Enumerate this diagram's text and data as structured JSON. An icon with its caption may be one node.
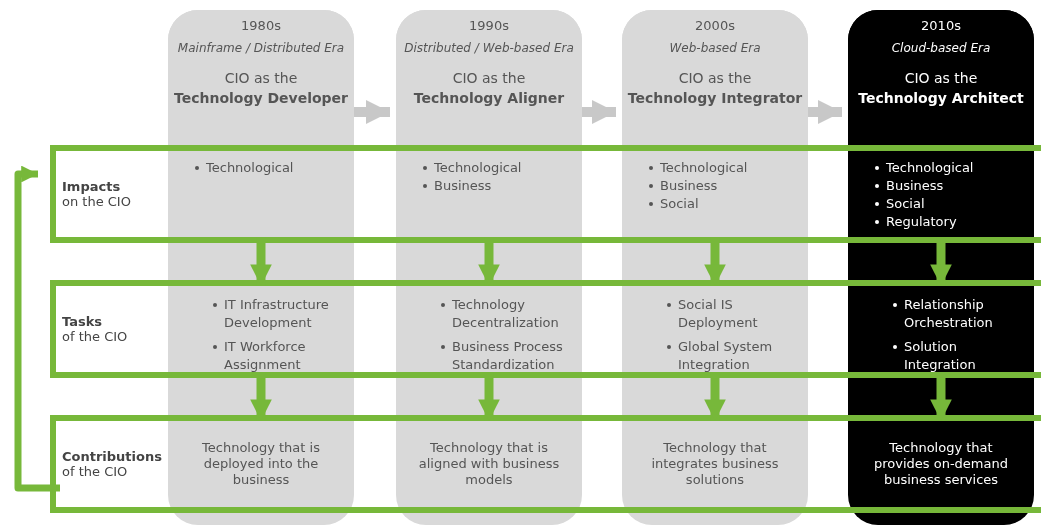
{
  "diagram": {
    "nodes": [
      {
        "text": [
          "1980s",
          "Mainframe / Distributed Era",
          "CIO as the",
          "Technology Developer"
        ]
      },
      {
        "text": [
          "1990s",
          "Distributed / Web-based Era",
          "CIO as the",
          "Technology Aligner"
        ]
      },
      {
        "text": [
          "2000s",
          "Web-based Era",
          "CIO as the",
          "Technology Integrator"
        ]
      },
      {
        "text": [
          "2010s",
          "Cloud-based Era",
          "CIO as the",
          "Technology Architect"
        ]
      },
      {
        "text": [
          "Impacts",
          "on the CIO"
        ]
      },
      {
        "text": [
          "Tasks",
          "of the CIO"
        ]
      },
      {
        "text": [
          "Contributions",
          "of the CIO"
        ]
      },
      {
        "text": [
          "Technological"
        ],
        "in": 4
      },
      {
        "text": [
          "Technological",
          "Business"
        ],
        "in": 4
      },
      {
        "text": [
          "Technological",
          "Business",
          "Social"
        ],
        "in": 4
      },
      {
        "text": [
          "Technological",
          "Business",
          "Social",
          "Regulatory"
        ],
        "in": 4
      },
      {
        "text": [
          "IT Infrastructure Development",
          "IT Workforce Assignment"
        ],
        "in": 5
      },
      {
        "text": [
          "Technology Decentralization",
          "Business Process Standardization"
        ],
        "in": 5
      },
      {
        "text": [
          "Social IS Deployment",
          "Global System Integration"
        ],
        "in": 5
      },
      {
        "text": [
          "Relationship Orchestration",
          "Solution Integration"
        ],
        "in": 5
      },
      {
        "text": [
          "Technology that is deployed into the business"
        ],
        "in": 6
      },
      {
        "text": [
          "Technology that is aligned with business models"
        ],
        "in": 6
      },
      {
        "text": [
          "Technology that integrates business solutions"
        ],
        "in": 6
      },
      {
        "text": [
          "Technology that provides on-demand business services"
        ],
        "in": 6
      }
    ],
    "edges": [
      {
        "from": 0,
        "to": 1,
        "arrow": "to",
        "color": "#c8c8c8"
      },
      {
        "from": 1,
        "to": 2,
        "arrow": "to",
        "color": "#c8c8c8"
      },
      {
        "from": 2,
        "to": 3,
        "arrow": "to",
        "color": "#c8c8c8"
      },
      {
        "from": 7,
        "to": 11,
        "arrow": "to"
      },
      {
        "from": 8,
        "to": 12,
        "arrow": "to"
      },
      {
        "from": 9,
        "to": 13,
        "arrow": "to"
      },
      {
        "from": 10,
        "to": 14,
        "arrow": "to"
      },
      {
        "from": 11,
        "to": 15,
        "arrow": "to"
      },
      {
        "from": 12,
        "to": 16,
        "arrow": "to"
      },
      {
        "from": 13,
        "to": 17,
        "arrow": "to"
      },
      {
        "from": 14,
        "to": 18,
        "arrow": "to"
      },
      {
        "from": 6,
        "to": 4,
        "arrow": "to"
      }
    ]
  }
}
